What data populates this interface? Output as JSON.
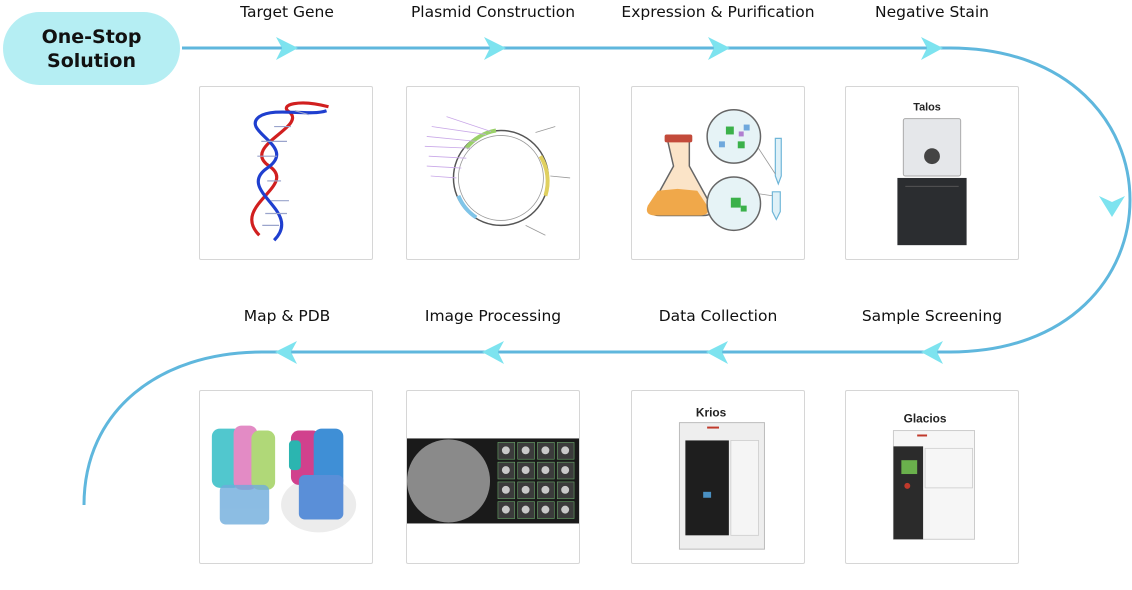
{
  "start": {
    "label_line1": "One-Stop",
    "label_line2": "Solution"
  },
  "steps": [
    {
      "label": "Target Gene"
    },
    {
      "label": "Plasmid Construction"
    },
    {
      "label": "Expression & Purification"
    },
    {
      "label": "Negative Stain"
    },
    {
      "label": "Sample Screening",
      "instrument": "Glacios"
    },
    {
      "label": "Data Collection",
      "instrument": "Krios"
    },
    {
      "label": "Image Processing"
    },
    {
      "label": "Map & PDB"
    }
  ],
  "instruments": {
    "negative_stain": "Talos"
  },
  "colors": {
    "flow_line": "#5fb7dd",
    "chevron": "#7de3ef",
    "pill": "#b5eef3"
  }
}
